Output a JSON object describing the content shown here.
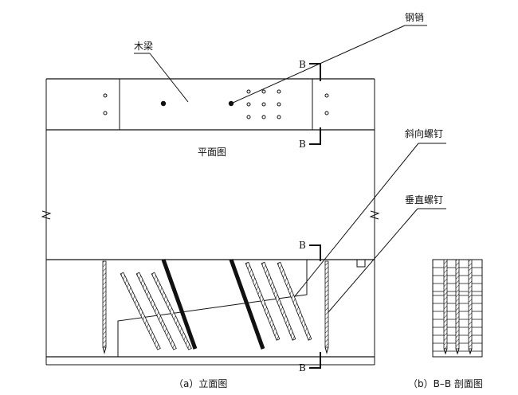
{
  "labels": {
    "wood_beam": "木梁",
    "steel_pin": "钢销",
    "plan_view": "平面图",
    "inclined_screw": "斜向螺钉",
    "vertical_screw": "垂直螺钉",
    "section_mark": "B",
    "caption_a": "（a）立面图",
    "caption_b": "（b）B–B 剖面图"
  }
}
